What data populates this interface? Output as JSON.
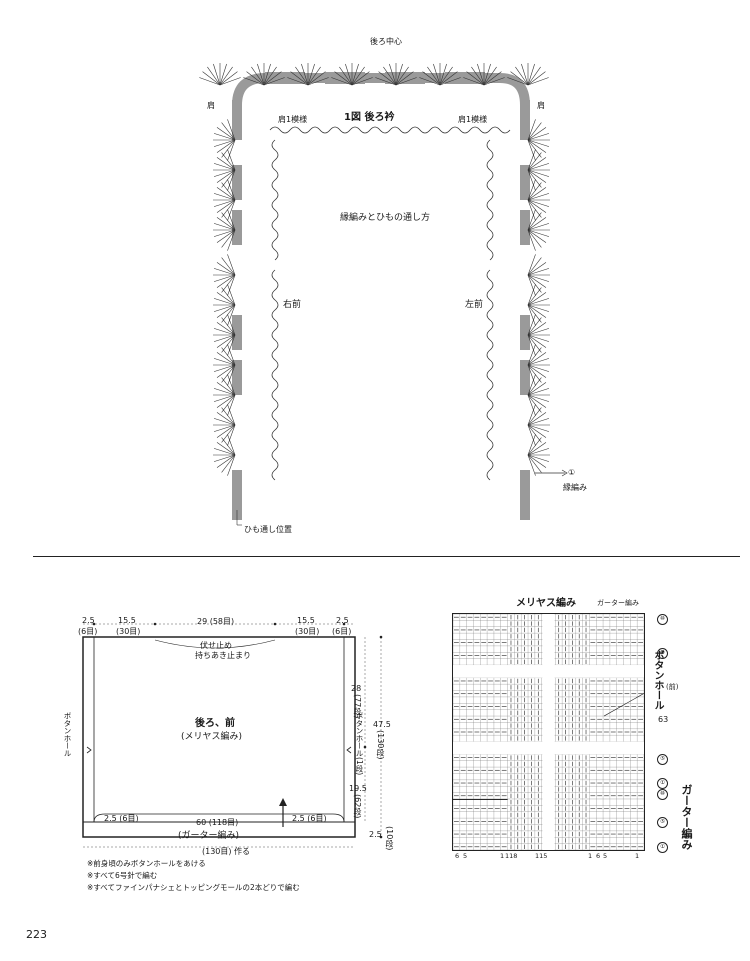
{
  "page_number": "223",
  "top_diagram": {
    "figure_title": "1図 後ろ衿",
    "back_center": "後ろ中心",
    "section_title": "縁編みとひもの通し方",
    "right_front": "右前",
    "left_front": "左前",
    "shoulder_left": "肩",
    "shoulder_right": "肩",
    "shoulder_pattern_right": "肩1模様",
    "shoulder_pattern_left": "肩1模様",
    "edging_marker": "①",
    "edging_label": "縁編み",
    "string_position": "ひも通し位置"
  },
  "schematic": {
    "widths": [
      {
        "cm": "2.5",
        "rows": "(6目)"
      },
      {
        "cm": "15.5",
        "rows": "(30目)"
      },
      {
        "cm": "29 (58目)",
        "rows": ""
      },
      {
        "cm": "15.5",
        "rows": "(30目)"
      },
      {
        "cm": "2.5",
        "rows": "(6目)"
      }
    ],
    "bind_off": "伏せ止め",
    "bind_off_note": "持ちあき止まり",
    "body_title": "後ろ、前",
    "body_stitch": "(メリヤス編み)",
    "buttonhole_left": "ボタンホール",
    "buttonhole_right": "ボタンホール(1段)",
    "height_28": "28",
    "height_28_rows": "(77段)",
    "height_total": "47.5",
    "height_total_rows": "(130段)",
    "height_19_5": "19.5",
    "height_19_5_rows": "(62段)",
    "height_2_5": "2.5",
    "height_2_5_rows": "(10段)",
    "bottom_left": "2.5 (6目)",
    "bottom_center": "60 (118目)",
    "bottom_right": "2.5 (6目)",
    "garter": "(ガーター編み)",
    "cast_on": "(130目) 作る"
  },
  "notes": [
    "※前身頃のみボタンホールをあける",
    "※すべて6号針で編む",
    "※すべてファインパナシェとトッピングモールの2本どりで編む"
  ],
  "chart": {
    "stockinette": "メリヤス編み",
    "garter_top": "ガーター編み",
    "buttonhole_label": "ボタンホール",
    "front_note": "(前)",
    "garter_side": "ガーター編み",
    "row_labels": [
      "⑩",
      "⑩",
      "63",
      "⑤",
      "①",
      "⑩",
      "⑤",
      "①"
    ],
    "col_labels": [
      "6",
      "5",
      "1",
      "118",
      "115",
      "1",
      "6",
      "5",
      "1"
    ]
  }
}
